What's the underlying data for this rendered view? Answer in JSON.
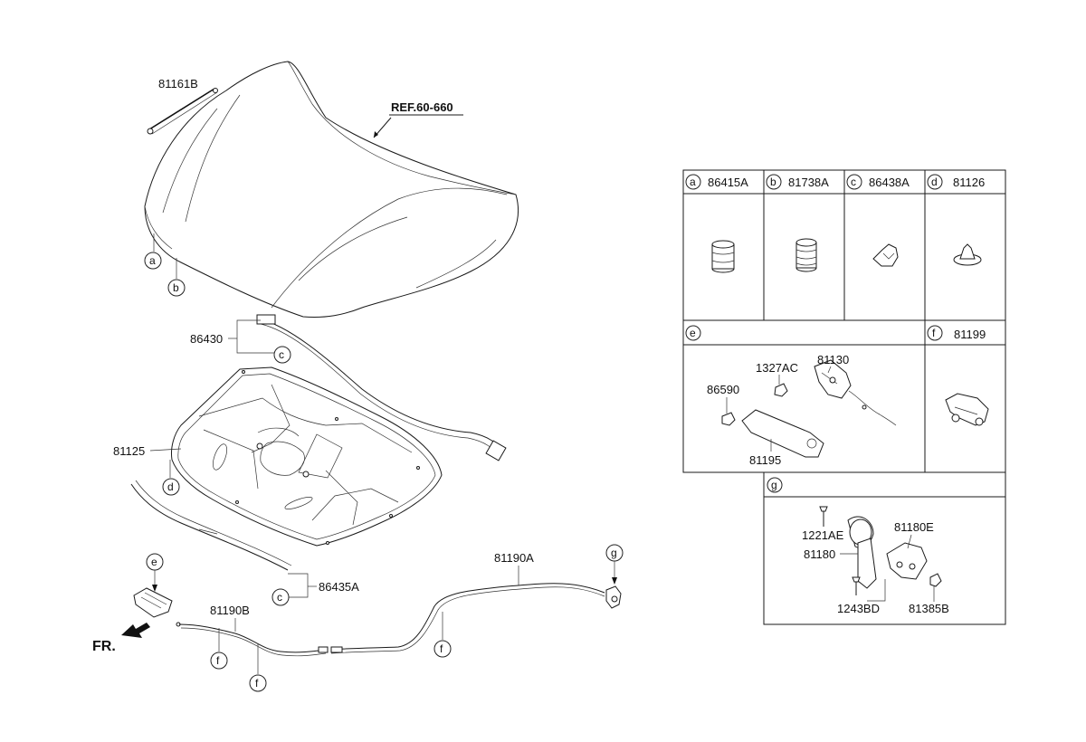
{
  "main_parts": {
    "p81161B": "81161B",
    "ref": "REF.60-660",
    "p86430": "86430",
    "p81125": "81125",
    "p86435A": "86435A",
    "p81190A": "81190A",
    "p81190B": "81190B",
    "fr": "FR."
  },
  "callouts": {
    "a": "a",
    "b": "b",
    "c": "c",
    "d": "d",
    "e": "e",
    "f": "f",
    "g": "g"
  },
  "table": {
    "cells": [
      {
        "letter": "a",
        "part": "86415A"
      },
      {
        "letter": "b",
        "part": "81738A"
      },
      {
        "letter": "c",
        "part": "86438A"
      },
      {
        "letter": "d",
        "part": "81126"
      }
    ],
    "e_letter": "e",
    "f_letter": "f",
    "f_part": "81199",
    "g_letter": "g",
    "e_parts": {
      "p1327AC": "1327AC",
      "p81130": "81130",
      "p86590": "86590",
      "p81195": "81195"
    },
    "g_parts": {
      "p1221AE": "1221AE",
      "p81180E": "81180E",
      "p81180": "81180",
      "p1243BD": "1243BD",
      "p81385B": "81385B"
    }
  }
}
